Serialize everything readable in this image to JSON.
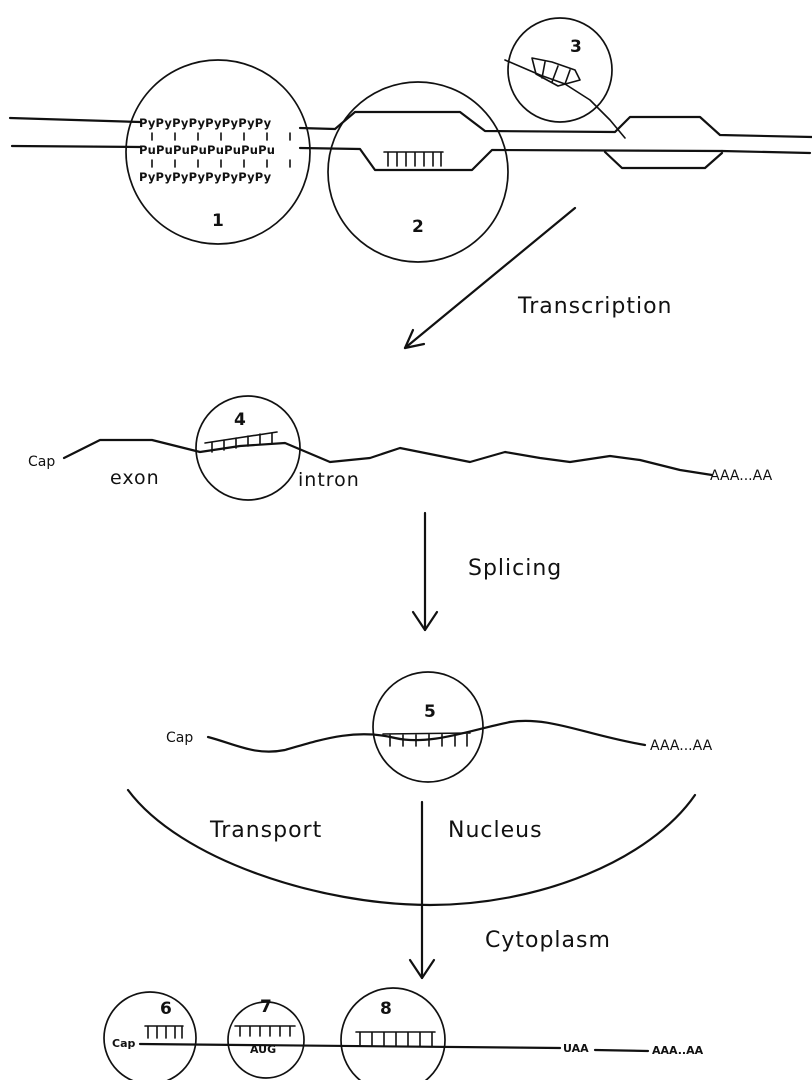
{
  "diagram": {
    "steps": {
      "transcription": "Transcription",
      "splicing": "Splicing",
      "transport": "Transport",
      "nucleus": "Nucleus",
      "cytoplasm": "Cytoplasm"
    },
    "triplex_rows": {
      "top": "PyPyPyPyPyPyPyPy",
      "middle": "PuPuPuPuPuPuPuPu",
      "bottom": "PyPyPyPyPyPyPyPy"
    },
    "site_numbers": [
      "1",
      "2",
      "3",
      "4",
      "5",
      "6",
      "7",
      "8"
    ],
    "pre_mrna": {
      "cap": "Cap",
      "exon": "exon",
      "intron": "intron",
      "tail": "AAA...AA"
    },
    "mature_mrna": {
      "cap": "Cap",
      "tail": "AAA...AA"
    },
    "translated_mrna": {
      "cap": "Cap",
      "start_codon": "AUG",
      "stop_codon": "UAA",
      "tail": "AAA..AA"
    }
  }
}
